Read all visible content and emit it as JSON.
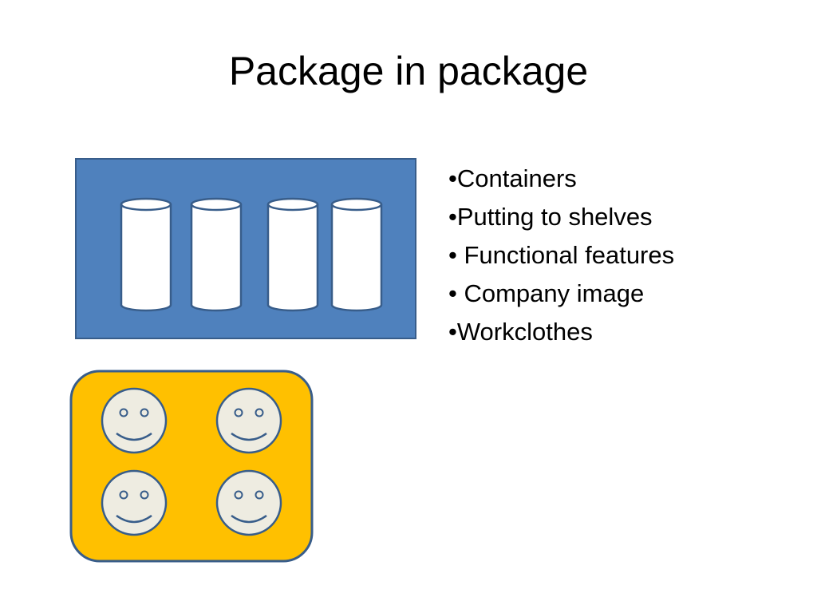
{
  "slide": {
    "title": "Package in package",
    "bullets": [
      "•Containers",
      "•Putting to shelves",
      "• Functional features",
      "• Company image",
      "•Workclothes"
    ]
  },
  "colors": {
    "blue_box_fill": "#4F81BD",
    "blue_box_stroke": "#385D8A",
    "yellow_box_fill": "#FFC000",
    "yellow_box_stroke": "#385D8A",
    "cylinder_fill": "#FFFFFF",
    "cylinder_stroke": "#385D8A",
    "face_fill": "#EEECE1",
    "face_stroke": "#385D8A"
  },
  "icons": {
    "cylinder": "cylinder-icon",
    "smiley": "smiley-face-icon"
  }
}
